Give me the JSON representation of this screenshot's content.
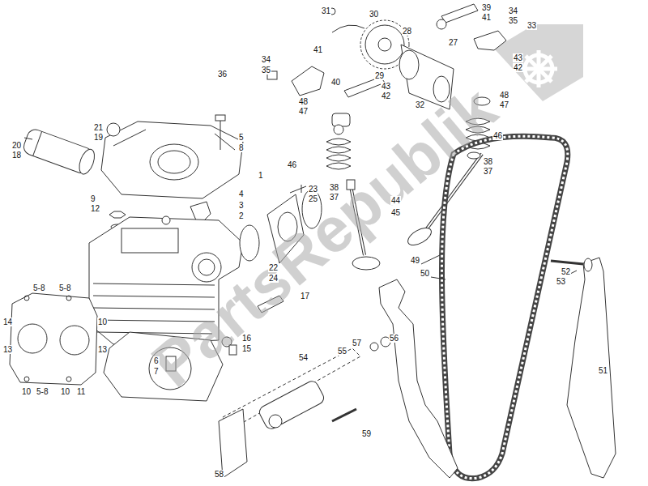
{
  "diagram": {
    "labels": [
      "31",
      "30",
      "39",
      "41",
      "34",
      "35",
      "33",
      "28",
      "27",
      "43",
      "42",
      "34",
      "35",
      "41",
      "36",
      "29",
      "40",
      "43",
      "42",
      "48",
      "47",
      "48",
      "47",
      "32",
      "46",
      "21",
      "19",
      "5",
      "8",
      "20",
      "18",
      "1",
      "46",
      "38",
      "37",
      "23",
      "25",
      "4",
      "3",
      "2",
      "9",
      "12",
      "38",
      "37",
      "44",
      "45",
      "52",
      "53",
      "49",
      "50",
      "22",
      "24",
      "17",
      "5-8",
      "5-8",
      "14",
      "10",
      "13",
      "13",
      "10",
      "5-8",
      "10",
      "11",
      "16",
      "15",
      "6",
      "7",
      "57",
      "56",
      "55",
      "54",
      "51",
      "59",
      "58",
      "PartsRepublik"
    ]
  }
}
